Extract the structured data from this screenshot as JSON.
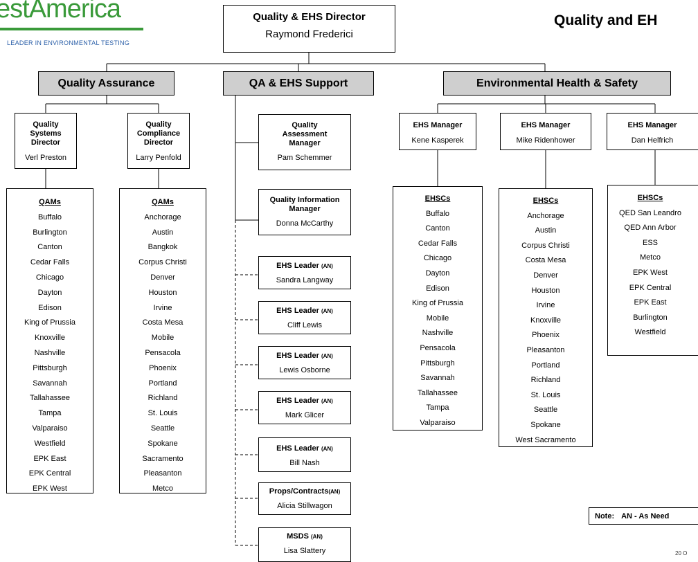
{
  "logo": {
    "word": "estAmerica",
    "tagline": "LEADER IN ENVIRONMENTAL TESTING"
  },
  "title": "Quality and EH",
  "director": {
    "title": "Quality & EHS Director",
    "name": "Raymond Frederici"
  },
  "departments": {
    "qa": "Quality Assurance",
    "support": "QA & EHS Support",
    "ehs": "Environmental Health & Safety"
  },
  "qa_managers": [
    {
      "title": "Quality Systems Director",
      "name": "Verl Preston"
    },
    {
      "title": "Quality Compliance Director",
      "name": "Larry Penfold"
    }
  ],
  "qam_lists": [
    {
      "header": "QAMs",
      "items": [
        "Buffalo",
        "Burlington",
        "Canton",
        "Cedar Falls",
        "Chicago",
        "Dayton",
        "Edison",
        "King of Prussia",
        "Knoxville",
        "Nashville",
        "Pittsburgh",
        "Savannah",
        "Tallahassee",
        "Tampa",
        "Valparaiso",
        "Westfield",
        "EPK East",
        "EPK Central",
        "EPK West"
      ]
    },
    {
      "header": "QAMs",
      "items": [
        "Anchorage",
        "Austin",
        "Bangkok",
        "Corpus Christi",
        "Denver",
        "Houston",
        "Irvine",
        "Costa Mesa",
        "Mobile",
        "Pensacola",
        "Phoenix",
        "Portland",
        "Richland",
        "St. Louis",
        "Seattle",
        "Spokane",
        "Sacramento",
        "Pleasanton",
        "Metco"
      ]
    }
  ],
  "support_boxes": [
    {
      "title": "Quality Assessment Manager",
      "name": "Pam Schemmer"
    },
    {
      "title": "Quality Information Manager",
      "name": "Donna McCarthy"
    }
  ],
  "support_dashed": [
    {
      "title": "EHS Leader",
      "tag": "(AN)",
      "name": "Sandra Langway"
    },
    {
      "title": "EHS Leader",
      "tag": "(AN)",
      "name": "Cliff Lewis"
    },
    {
      "title": "EHS Leader",
      "tag": "(AN)",
      "name": "Lewis Osborne"
    },
    {
      "title": "EHS Leader",
      "tag": "(AN)",
      "name": "Mark Glicer"
    },
    {
      "title": "EHS Leader",
      "tag": "(AN)",
      "name": "Bill Nash"
    },
    {
      "title": "Props/Contracts",
      "tag": "(AN)",
      "name": "Alicia Stillwagon"
    },
    {
      "title": "MSDS",
      "tag": "(AN)",
      "name": "Lisa Slattery"
    }
  ],
  "ehs_managers": [
    {
      "title": "EHS Manager",
      "name": "Kene Kasperek"
    },
    {
      "title": "EHS Manager",
      "name": "Mike Ridenhower"
    },
    {
      "title": "EHS Manager",
      "name": "Dan Helfrich"
    }
  ],
  "ehsc_lists": [
    {
      "header": "EHSCs",
      "items": [
        "Buffalo",
        "Canton",
        "Cedar Falls",
        "Chicago",
        "Dayton",
        "Edison",
        "King of Prussia",
        "Mobile",
        "Nashville",
        "Pensacola",
        "Pittsburgh",
        "Savannah",
        "Tallahassee",
        "Tampa",
        "Valparaiso"
      ]
    },
    {
      "header": "EHSCs",
      "items": [
        "Anchorage",
        "Austin",
        "Corpus Christi",
        "Costa Mesa",
        "Denver",
        "Houston",
        "Irvine",
        "Knoxville",
        "Phoenix",
        "Pleasanton",
        "Portland",
        "Richland",
        "St. Louis",
        "Seattle",
        "Spokane",
        "West Sacramento"
      ]
    },
    {
      "header": "EHSCs",
      "items": [
        "QED San Leandro",
        "QED Ann Arbor",
        "ESS",
        "Metco",
        "EPK West",
        "EPK Central",
        "EPK East",
        "Burlington",
        "Westfield"
      ]
    }
  ],
  "note": {
    "label": "Note:",
    "text": "AN - As Need"
  },
  "footer": "20 O"
}
